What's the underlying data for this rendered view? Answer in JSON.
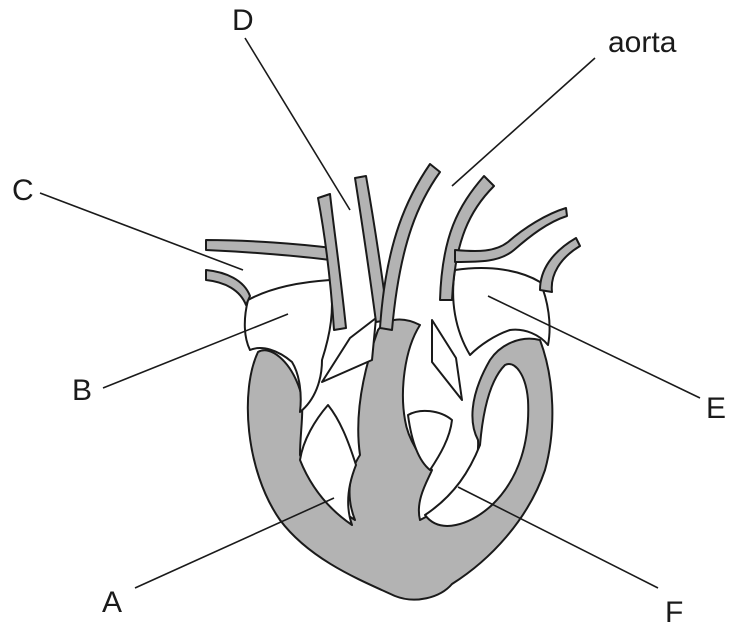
{
  "diagram": {
    "labels": {
      "a": "A",
      "b": "B",
      "c": "C",
      "d": "D",
      "e": "E",
      "f": "F",
      "aorta": "aorta"
    }
  }
}
